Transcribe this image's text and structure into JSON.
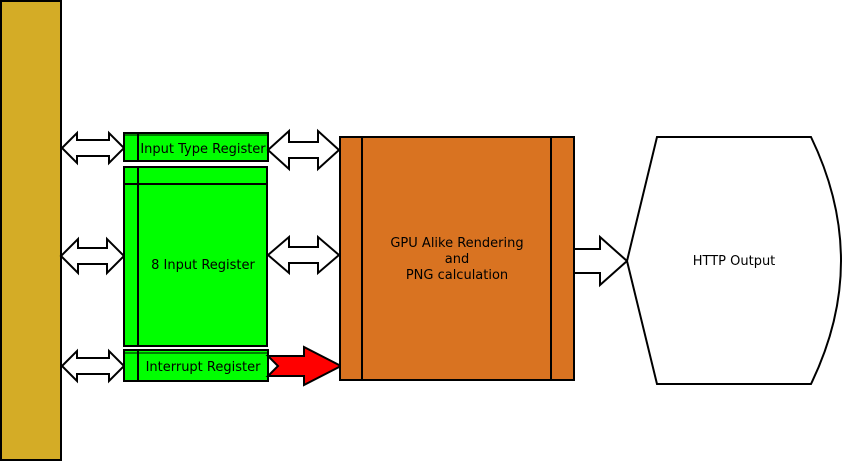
{
  "colors": {
    "bus": "#d4ac26",
    "register": "#00ff00",
    "gpu": "#d97321",
    "output": "#ffffff",
    "interrupt_arrow": "#ff0000",
    "data_arrow": "#ffffff",
    "stroke": "#000000"
  },
  "blocks": {
    "input_type_register": {
      "label": "Input Type Register"
    },
    "input_register": {
      "label": "8 Input Register"
    },
    "interrupt_register": {
      "label": "Interrupt Register"
    },
    "gpu": {
      "line1": "GPU Alike Rendering",
      "line2": "and",
      "line3": "PNG calculation"
    },
    "http_output": {
      "label": "HTTP Output"
    }
  }
}
